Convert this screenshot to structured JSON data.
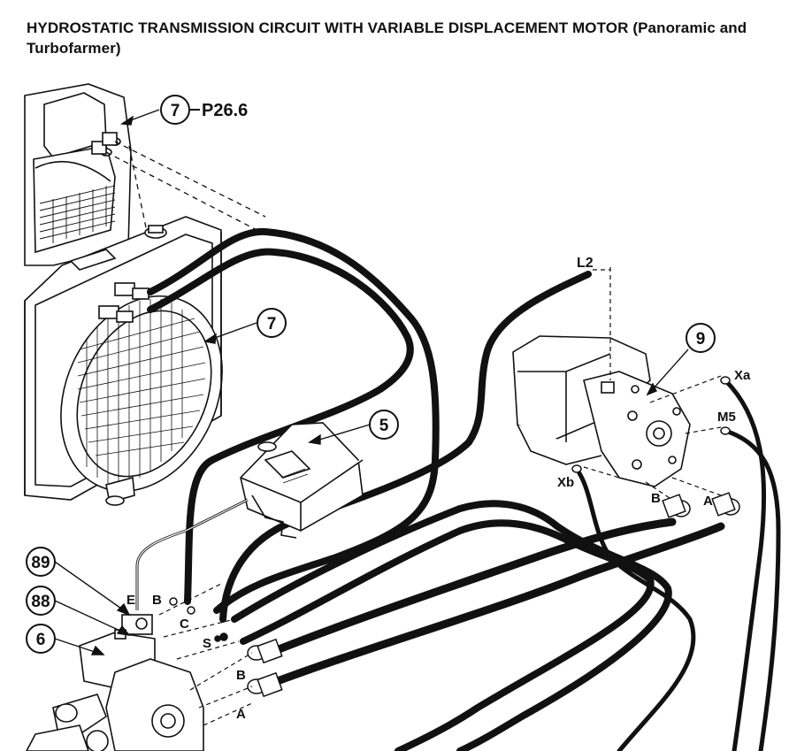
{
  "title": "HYDROSTATIC TRANSMISSION CIRCUIT WITH VARIABLE DISPLACEMENT MOTOR (Panoramic and Turbofarmer)",
  "callouts": {
    "c7a": "7",
    "c7a_ref": "P26.6",
    "c7b": "7",
    "c5": "5",
    "c9": "9",
    "c89": "89",
    "c88": "88",
    "c6": "6"
  },
  "ports": {
    "L2": "L2",
    "Xa": "Xa",
    "M5": "M5",
    "Xb": "Xb",
    "B_motor": "B",
    "A_motor": "A",
    "E": "E",
    "B_pump": "B",
    "C": "C",
    "S": "S",
    "B_lower": "B",
    "A_lower": "A"
  },
  "colors": {
    "line": "#111111",
    "background": "#ffffff"
  }
}
